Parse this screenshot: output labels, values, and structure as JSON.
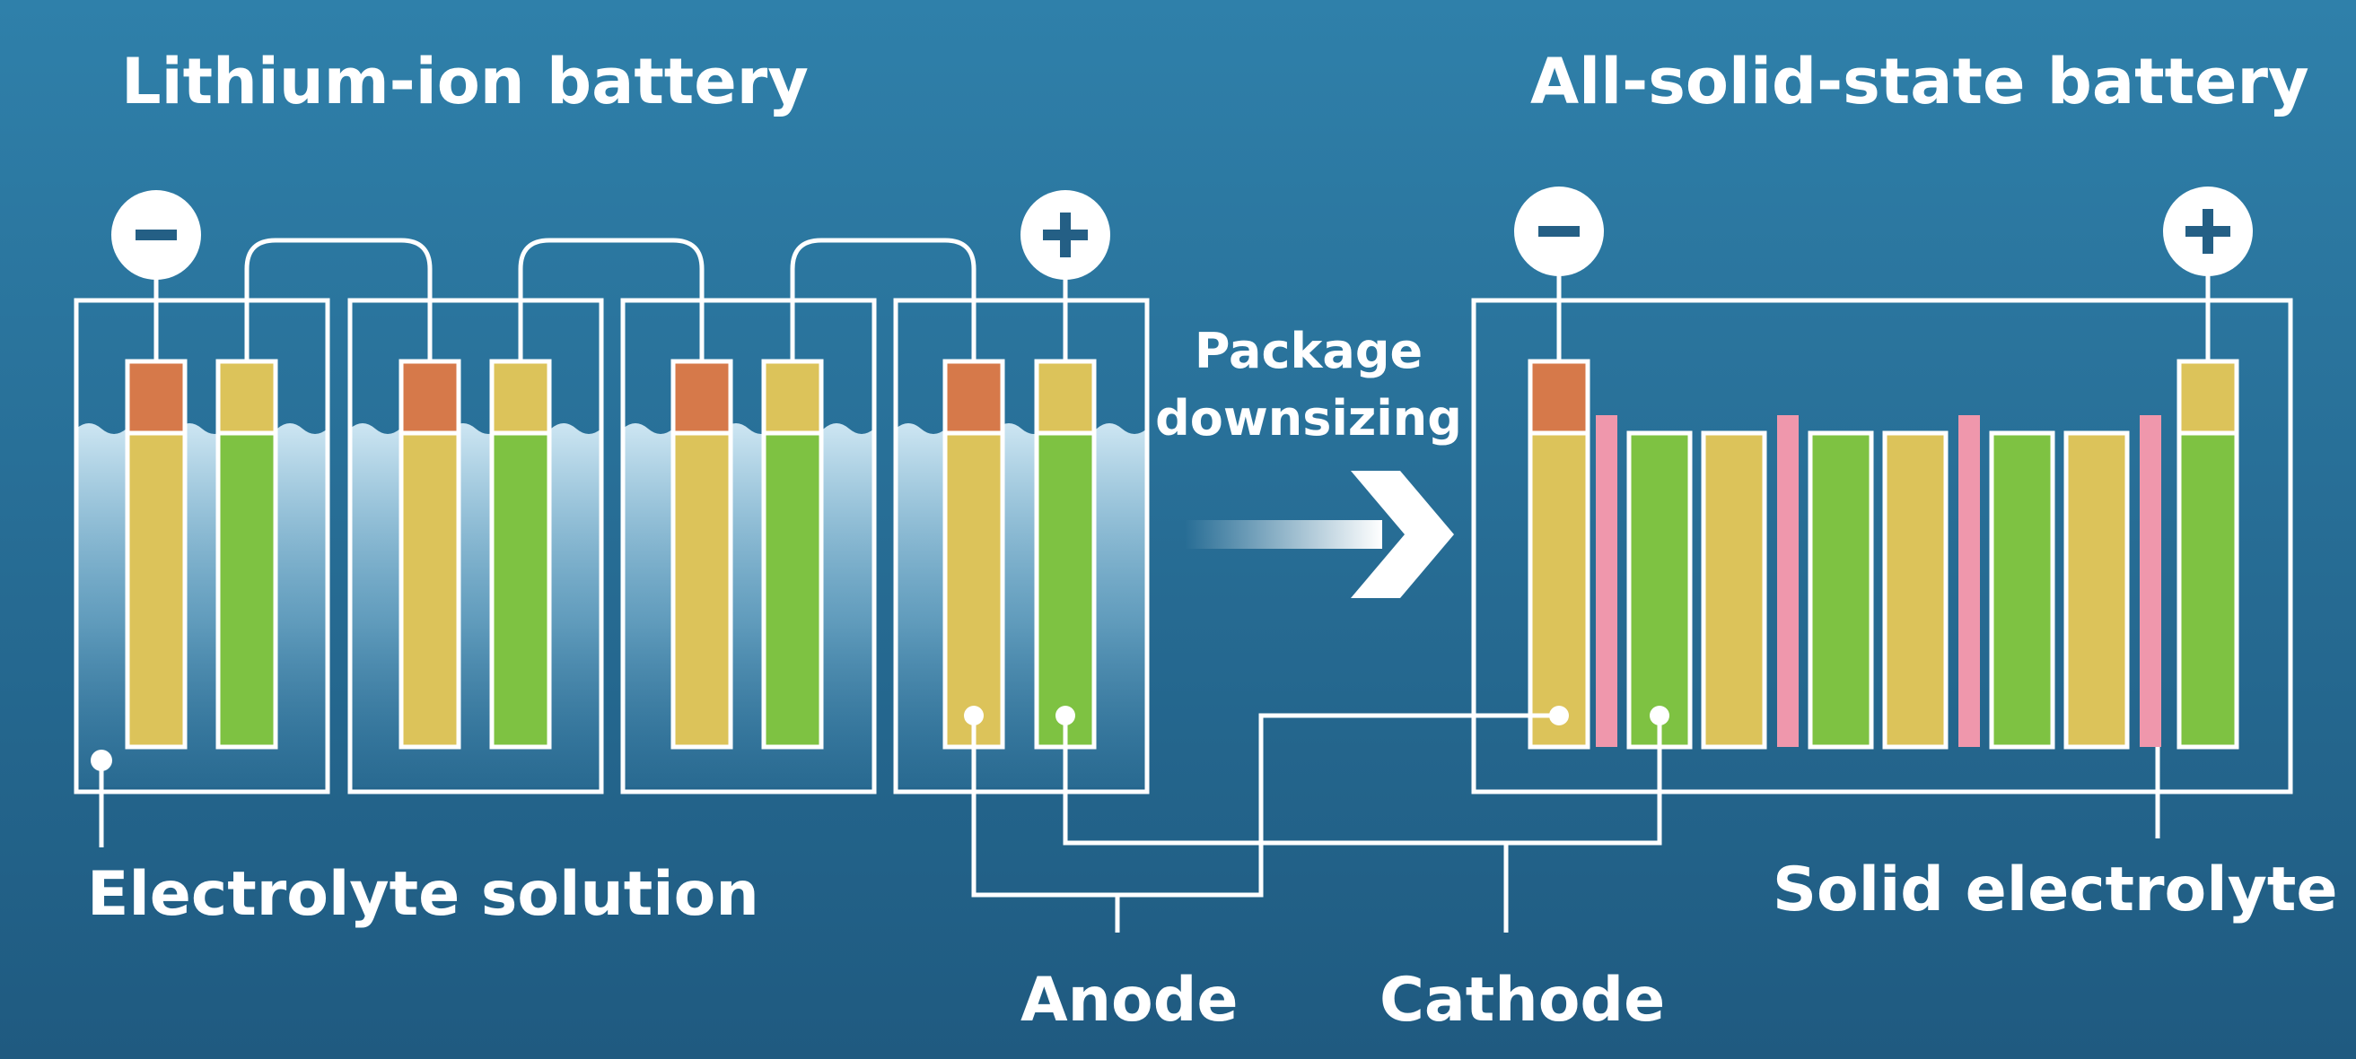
{
  "titles": {
    "left": "Lithium-ion battery",
    "right": "All-solid-state battery"
  },
  "arrow": {
    "line1": "Package",
    "line2": "downsizing"
  },
  "labels": {
    "electrolyte_solution": "Electrolyte solution",
    "solid_electrolyte": "Solid electrolyte",
    "anode": "Anode",
    "cathode": "Cathode"
  },
  "terminals": {
    "negative": "−",
    "positive": "+"
  },
  "colors": {
    "background_top": "#2f7fa8",
    "background_bottom": "#1f5a80",
    "anode": "#dcc35a",
    "cathode": "#7ec242",
    "tab_negative": "#d6794a",
    "tab_positive": "#dcc35a",
    "solid_electrolyte": "#ef97ac",
    "liquid_top": "#cfe7f4",
    "line": "#ffffff"
  }
}
